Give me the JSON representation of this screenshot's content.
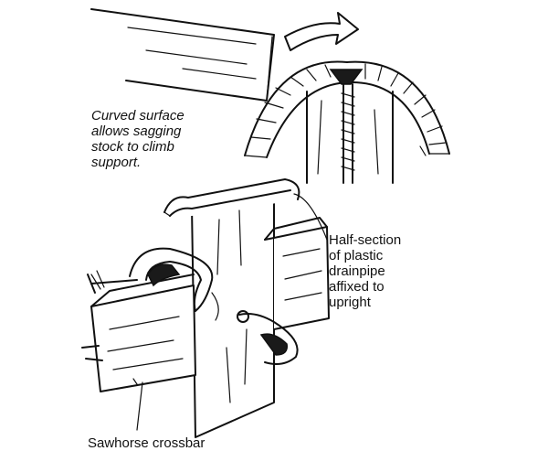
{
  "labels": {
    "curved_surface": "Curved surface\nallows sagging\nstock to climb\nsupport.",
    "half_section": "Half-section\nof plastic\ndrainpipe\naffixed to\nupright",
    "sawhorse": "Sawhorse crossbar"
  }
}
